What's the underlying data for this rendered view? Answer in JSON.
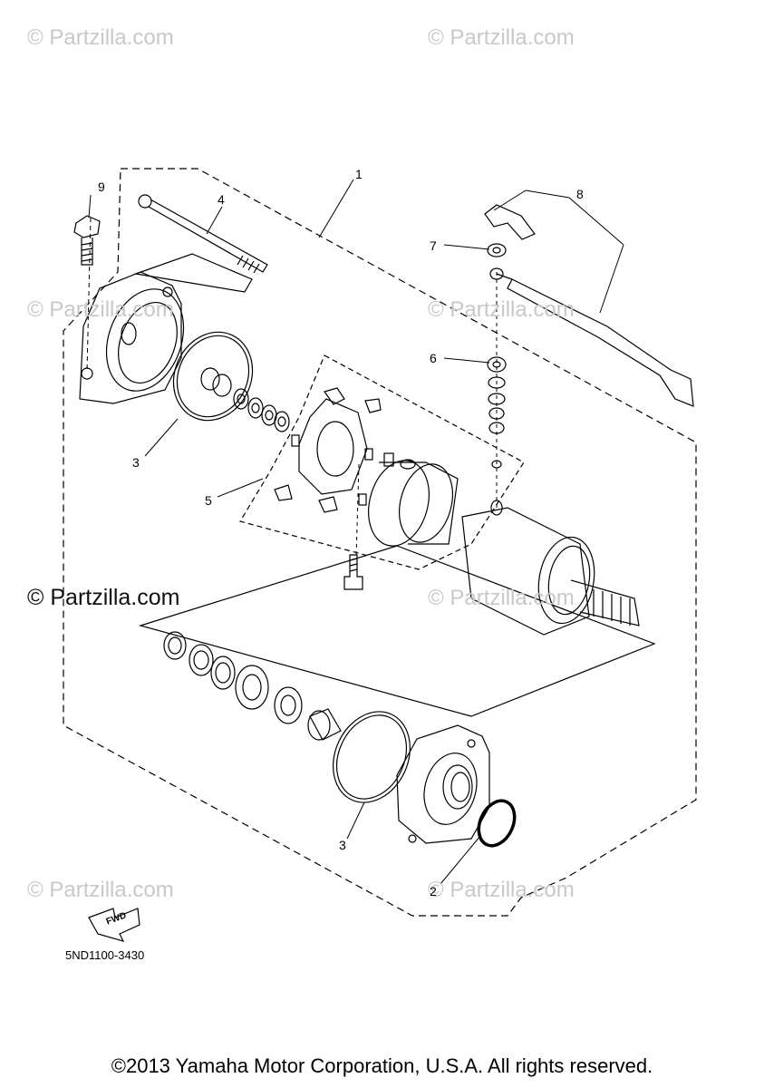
{
  "watermarks": [
    "© Partzilla.com",
    "© Partzilla.com",
    "© Partzilla.com",
    "© Partzilla.com",
    "© Partzilla.com",
    "© Partzilla.com",
    "© Partzilla.com",
    "© Partzilla.com"
  ],
  "watermark_prominent": "© Partzilla.com",
  "callouts": [
    "1",
    "2",
    "3",
    "3",
    "4",
    "5",
    "6",
    "7",
    "8",
    "9"
  ],
  "fwd_label": "FWD",
  "part_code": "5ND1100-3430",
  "copyright": "©2013 Yamaha Motor Corporation, U.S.A. All rights reserved."
}
